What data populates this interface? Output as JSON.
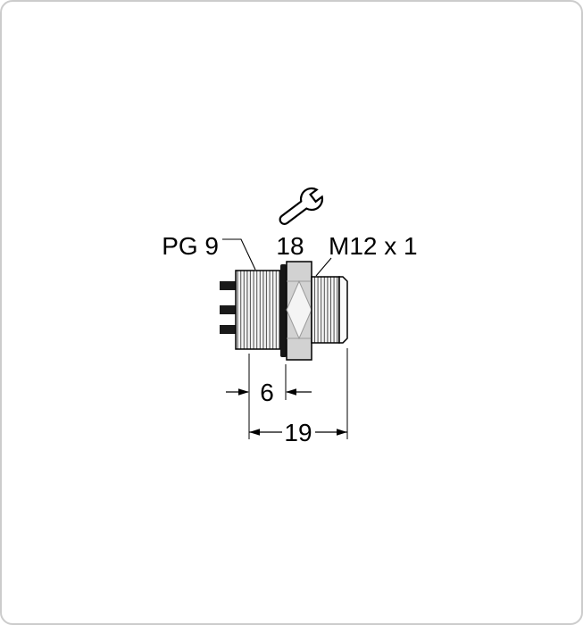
{
  "diagram": {
    "labels": {
      "left_thread": "PG 9",
      "wrench_size": "18",
      "right_thread": "M12 x 1"
    },
    "dimensions": {
      "front_length": "6",
      "overall_length": "19"
    },
    "colors": {
      "line": "#000000",
      "nut_fill": "#d2d2d2",
      "nut_highlight": "#f4f4f4",
      "seal_fill": "#161616",
      "pin_fill": "#1a1a1a",
      "tip_fill": "#fafafa",
      "border": "#cccccc",
      "background": "#ffffff"
    },
    "icons": [
      {
        "name": "wrench-icon"
      }
    ]
  }
}
